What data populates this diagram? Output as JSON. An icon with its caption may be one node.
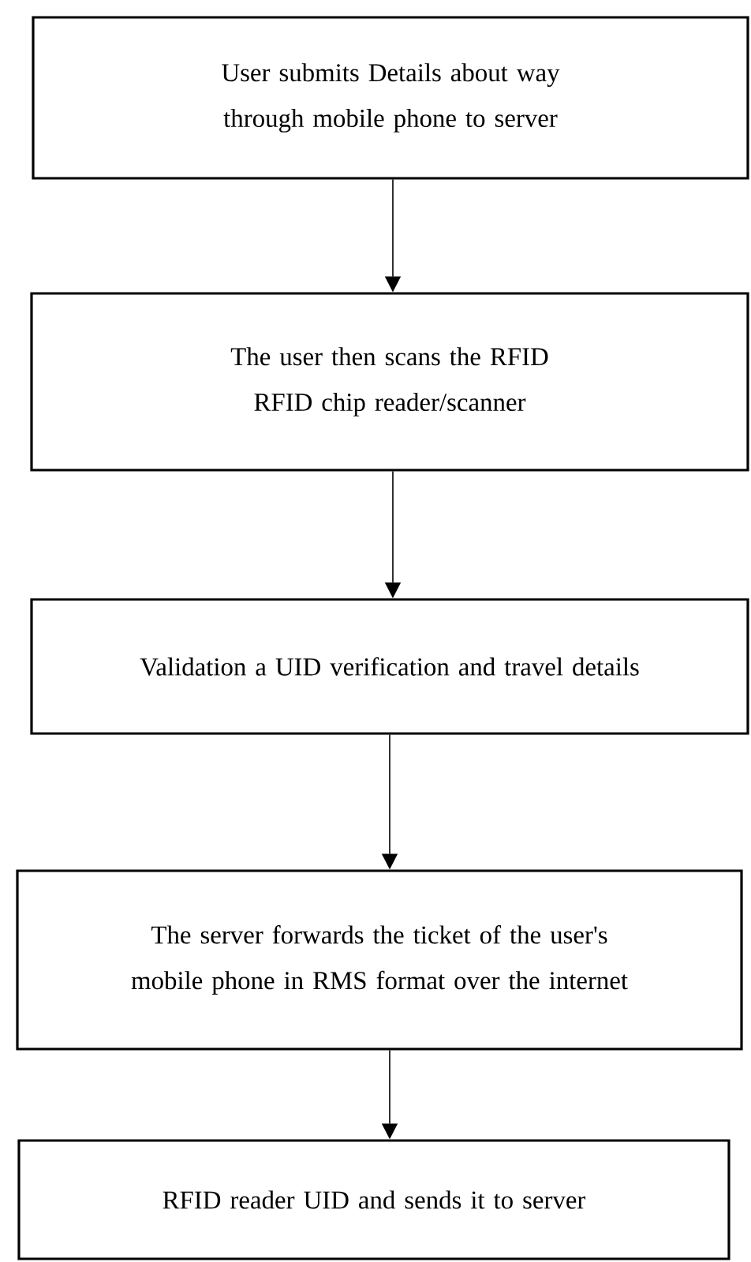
{
  "diagram": {
    "nodes": [
      {
        "text": [
          "User submits Details about way through mobile phone to server"
        ]
      },
      {
        "text": [
          "The user then scans the RFID RFID chip reader/scanner"
        ]
      },
      {
        "text": [
          "Validation a UID verification and travel details"
        ]
      },
      {
        "text": [
          "The server forwards the ticket of the user's mobile phone in RMS format over the internet"
        ]
      },
      {
        "text": [
          "RFID reader UID and sends it to server"
        ]
      }
    ],
    "edges": [
      {
        "from": 0,
        "to": 1,
        "arrow": "to"
      },
      {
        "from": 1,
        "to": 2,
        "arrow": "to"
      },
      {
        "from": 2,
        "to": 3,
        "arrow": "to"
      },
      {
        "from": 3,
        "to": 4,
        "arrow": "to"
      }
    ]
  }
}
